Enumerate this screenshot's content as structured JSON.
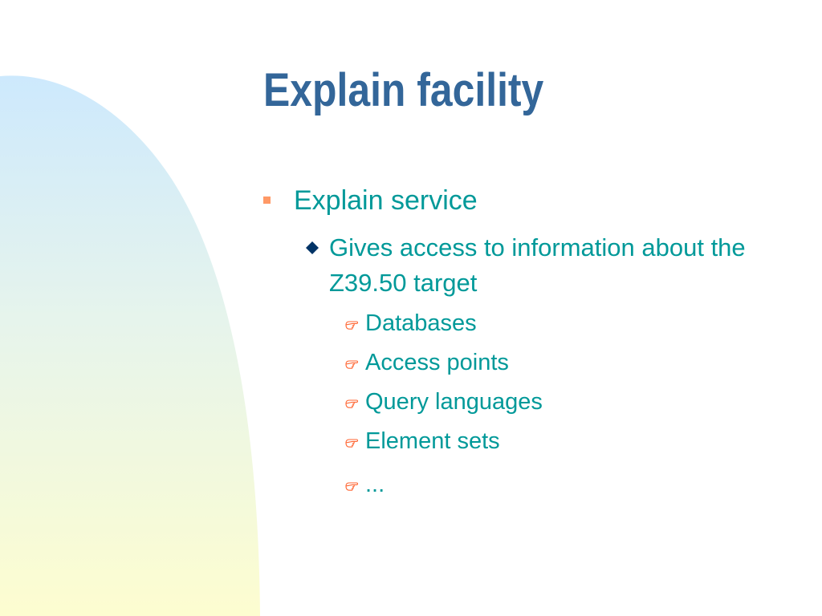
{
  "slide": {
    "title": "Explain facility",
    "bullet": {
      "text": "Explain service",
      "sub": {
        "text": "Gives access to information about the Z39.50 target",
        "items": [
          "Databases",
          "Access points",
          "Query languages",
          "Element sets",
          "..."
        ]
      }
    }
  },
  "colors": {
    "title": "#336699",
    "body_text": "#009999",
    "level1_bullet": "#ff9966",
    "level2_bullet": "#003366",
    "level3_bullet": "#ff6633",
    "decor_gradient_top": "#cce9ff",
    "decor_gradient_bottom": "#ffffcc"
  },
  "icons": {
    "level1": "square-bullet-icon",
    "level2": "diamond-bullet-icon",
    "level3": "pointing-hand-icon"
  }
}
